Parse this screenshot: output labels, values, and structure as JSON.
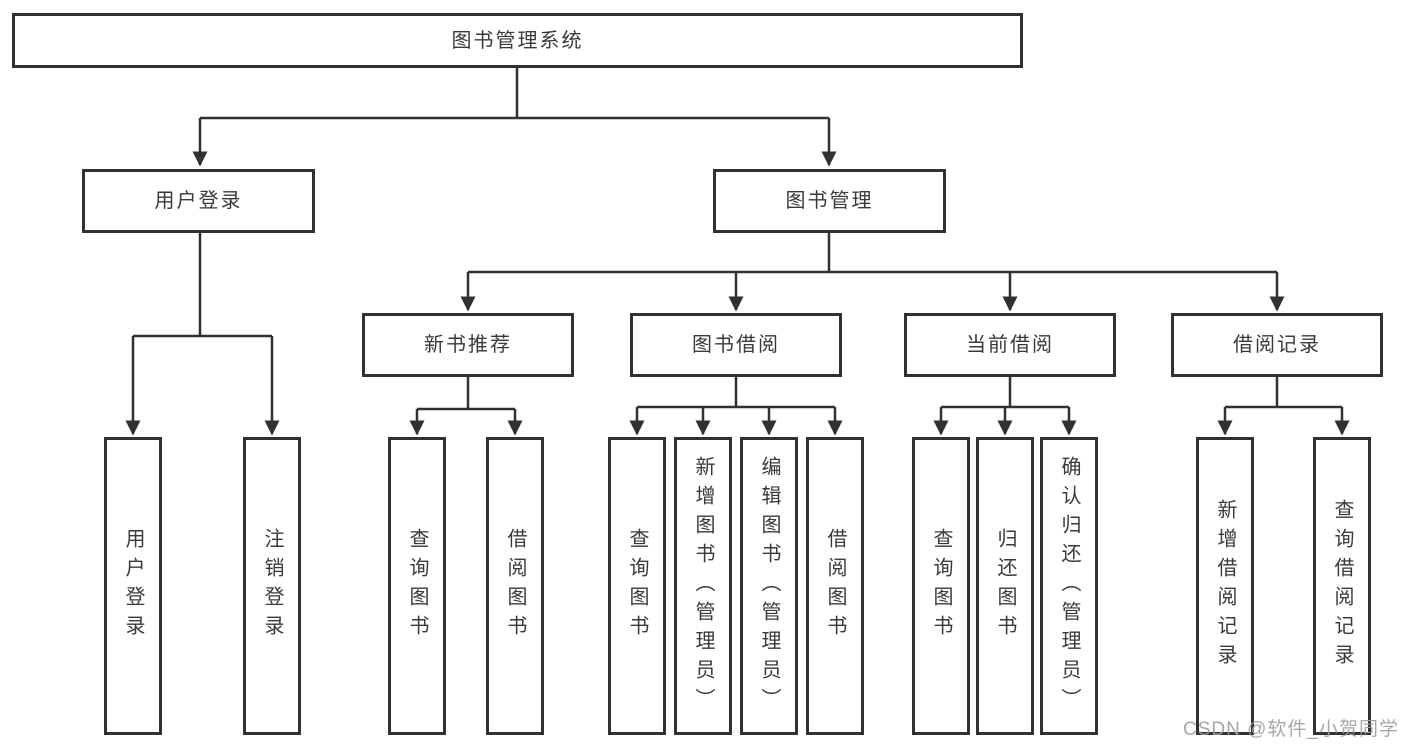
{
  "tree": {
    "root": "图书管理系统",
    "children": [
      {
        "label": "用户登录",
        "children": [
          "用户登录",
          "注销登录"
        ]
      },
      {
        "label": "图书管理",
        "children": [
          {
            "label": "新书推荐",
            "children": [
              "查询图书",
              "借阅图书"
            ]
          },
          {
            "label": "图书借阅",
            "children": [
              "查询图书",
              "新增图书（管理员）",
              "编辑图书（管理员）",
              "借阅图书"
            ]
          },
          {
            "label": "当前借阅",
            "children": [
              "查询图书",
              "归还图书",
              "确认归还（管理员）"
            ]
          },
          {
            "label": "借阅记录",
            "children": [
              "新增借阅记录",
              "查询借阅记录"
            ]
          }
        ]
      }
    ]
  },
  "watermark": {
    "text": "CSDN @软件_小贺同学"
  },
  "colors": {
    "line": "#313131",
    "box_border": "#313131",
    "text": "#3a3a3a",
    "watermark": "#9e9e9e",
    "background": "#ffffff"
  }
}
